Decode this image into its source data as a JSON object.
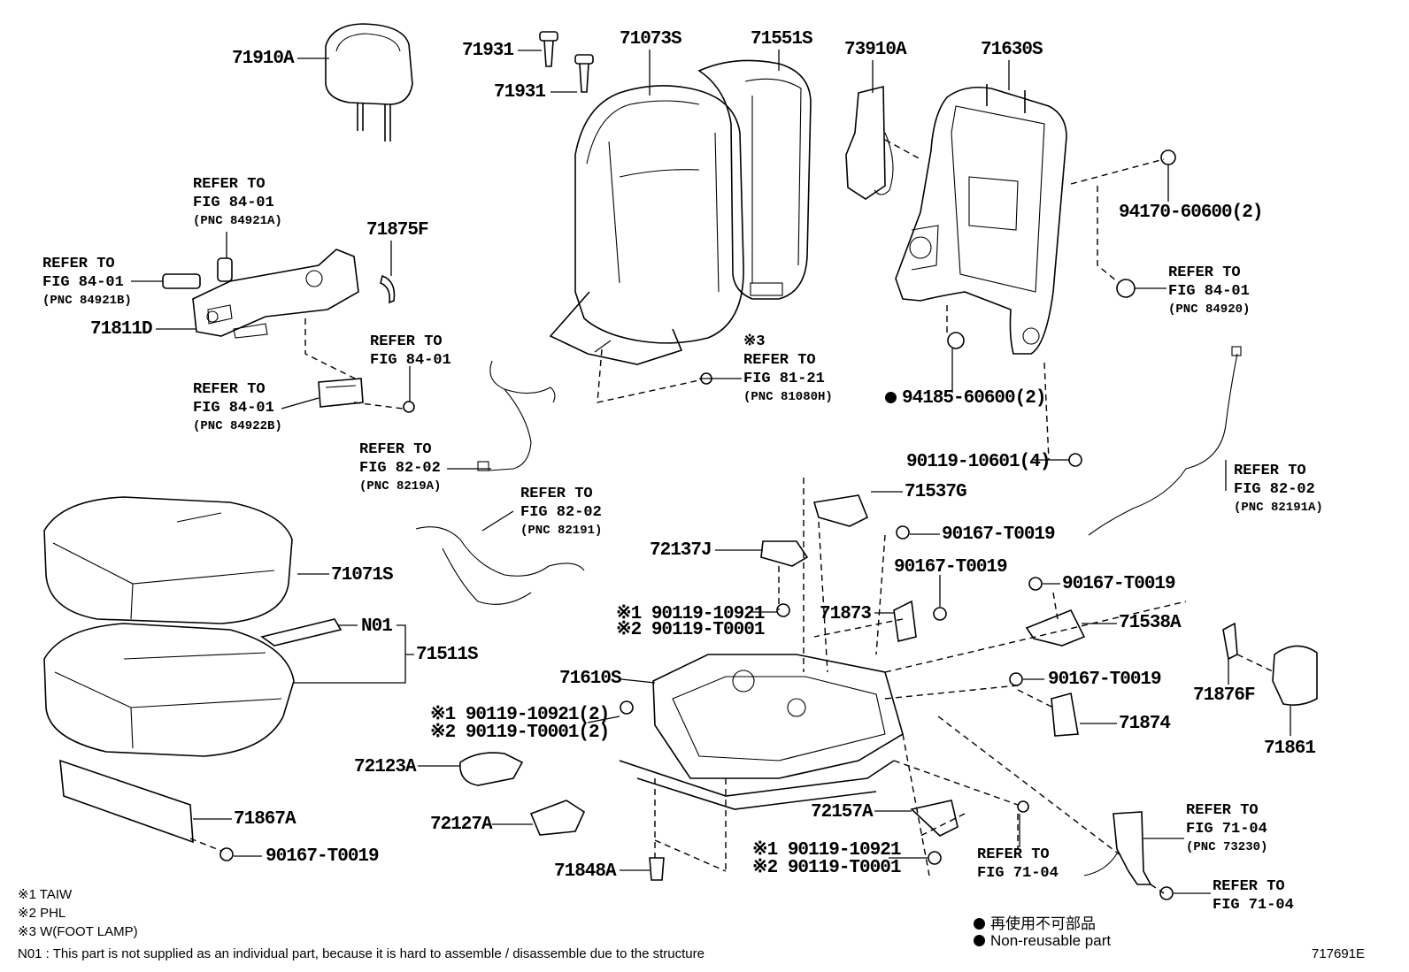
{
  "diagram_code": "717691E",
  "parts": [
    {
      "id": "p1",
      "text": "71910A"
    },
    {
      "id": "p2",
      "text": "71931"
    },
    {
      "id": "p3",
      "text": "71931"
    },
    {
      "id": "p4",
      "text": "71073S"
    },
    {
      "id": "p5",
      "text": "71551S"
    },
    {
      "id": "p6",
      "text": "73910A"
    },
    {
      "id": "p7",
      "text": "71630S"
    },
    {
      "id": "p8",
      "text": "71875F"
    },
    {
      "id": "p9",
      "text": "71811D"
    },
    {
      "id": "p10",
      "text": "94170-60600(2)"
    },
    {
      "id": "p11",
      "text": "94185-60600(2)"
    },
    {
      "id": "p12",
      "text": "90119-10601(4)"
    },
    {
      "id": "p13",
      "text": "71537G"
    },
    {
      "id": "p14",
      "text": "90167-T0019"
    },
    {
      "id": "p15",
      "text": "72137J"
    },
    {
      "id": "p16",
      "text": "71071S"
    },
    {
      "id": "p17",
      "text": "N01"
    },
    {
      "id": "p18",
      "text": "71511S"
    },
    {
      "id": "p19",
      "text": "90167-T0019"
    },
    {
      "id": "p20",
      "text": "90167-T0019"
    },
    {
      "id": "p21",
      "text": "90119-10921"
    },
    {
      "id": "p22",
      "text": "90119-T0001"
    },
    {
      "id": "p23",
      "text": "71873"
    },
    {
      "id": "p24",
      "text": "71538A"
    },
    {
      "id": "p25",
      "text": "71610S"
    },
    {
      "id": "p26",
      "text": "90167-T0019"
    },
    {
      "id": "p27",
      "text": "71876F"
    },
    {
      "id": "p28",
      "text": "90119-10921(2)"
    },
    {
      "id": "p29",
      "text": "90119-T0001(2)"
    },
    {
      "id": "p30",
      "text": "71874"
    },
    {
      "id": "p31",
      "text": "71861"
    },
    {
      "id": "p32",
      "text": "72123A"
    },
    {
      "id": "p33",
      "text": "72127A"
    },
    {
      "id": "p34",
      "text": "72157A"
    },
    {
      "id": "p35",
      "text": "71867A"
    },
    {
      "id": "p36",
      "text": "90167-T0019"
    },
    {
      "id": "p37",
      "text": "90119-10921"
    },
    {
      "id": "p38",
      "text": "90119-T0001"
    },
    {
      "id": "p39",
      "text": "71848A"
    }
  ],
  "marks": {
    "m1": "※1",
    "m2": "※2",
    "m3": "※3"
  },
  "refs": [
    {
      "id": "r1",
      "lines": [
        "REFER TO",
        "FIG 84-01",
        "(PNC 84921A)"
      ]
    },
    {
      "id": "r2",
      "lines": [
        "REFER TO",
        "FIG 84-01",
        "(PNC 84921B)"
      ]
    },
    {
      "id": "r3",
      "lines": [
        "REFER TO",
        "FIG 84-01",
        ""
      ]
    },
    {
      "id": "r4",
      "lines": [
        "REFER TO",
        "FIG 84-01",
        "(PNC 84922B)"
      ]
    },
    {
      "id": "r5",
      "lines": [
        "REFER TO",
        "FIG 81-21",
        "(PNC 81080H)"
      ]
    },
    {
      "id": "r6",
      "lines": [
        "REFER TO",
        "FIG 84-01",
        "(PNC 84920)"
      ]
    },
    {
      "id": "r7",
      "lines": [
        "REFER TO",
        "FIG 82-02",
        "(PNC 8219A)"
      ]
    },
    {
      "id": "r8",
      "lines": [
        "REFER TO",
        "FIG 82-02",
        "(PNC 82191)"
      ]
    },
    {
      "id": "r9",
      "lines": [
        "REFER TO",
        "FIG 82-02",
        "(PNC 82191A)"
      ]
    },
    {
      "id": "r10",
      "lines": [
        "REFER TO",
        "FIG 71-04",
        ""
      ]
    },
    {
      "id": "r11",
      "lines": [
        "REFER TO",
        "FIG 71-04",
        "(PNC 73230)"
      ]
    },
    {
      "id": "r12",
      "lines": [
        "REFER TO",
        "FIG 71-04",
        ""
      ]
    }
  ],
  "notes": {
    "n1": "※1 TAIW",
    "n2": "※2 PHL",
    "n3": "※3 W(FOOT LAMP)",
    "n4": "N01 :  This part is not supplied as an individual part, because it is hard to assemble / disassemble due to the structure"
  },
  "legend": {
    "jp": "再使用不可部品",
    "en": "Non-reusable part"
  }
}
